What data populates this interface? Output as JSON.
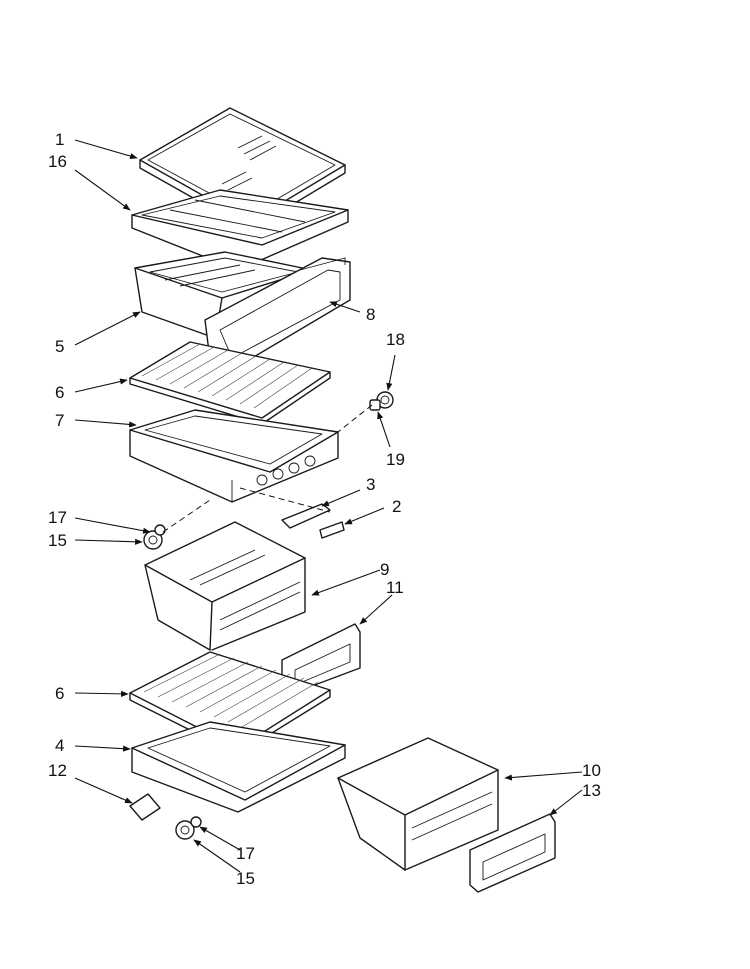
{
  "callouts": {
    "c1": "1",
    "c16": "16",
    "c5": "5",
    "c8": "8",
    "c18": "18",
    "c6a": "6",
    "c7": "7",
    "c19": "19",
    "c3": "3",
    "c2": "2",
    "c17a": "17",
    "c15a": "15",
    "c9": "9",
    "c11": "11",
    "c6b": "6",
    "c4": "4",
    "c12": "12",
    "c10": "10",
    "c13": "13",
    "c17b": "17",
    "c15b": "15"
  }
}
